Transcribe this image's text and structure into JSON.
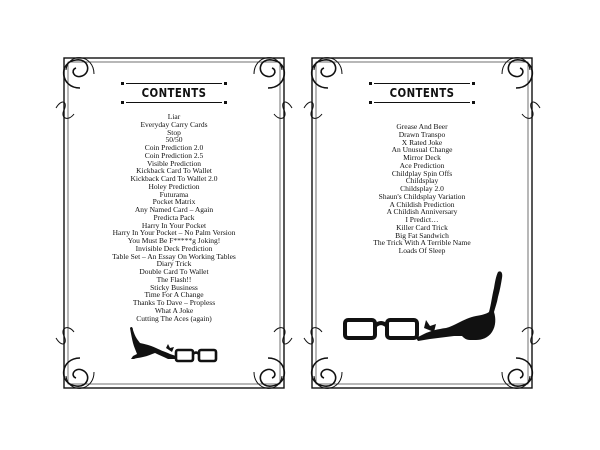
{
  "pages": [
    {
      "heading": "CONTENTS",
      "items": [
        "Liar",
        "Everyday Carry Cards",
        "Stop",
        "50/50",
        "Coin Prediction 2.0",
        "Coin Prediction 2.5",
        "Visible Prediction",
        "Kickback Card To Wallet",
        "Kickback Card To Wallet 2.0",
        "Holey Prediction",
        "Futurama",
        "Pocket Matrix",
        "Any Named Card – Again",
        "Predicta Pack",
        "Harry In Your Pocket",
        "Harry In Your Pocket – No Palm Version",
        "You Must Be F*****g Joking!",
        "Invisible Deck Prediction",
        "Table Set – An Essay On Working Tables",
        "Diary Trick",
        "Double Card To Wallet",
        "The Flash!!",
        "Sticky Business",
        "Time For A Change",
        "Thanks To Dave – Propless",
        "What A Joke",
        "Cutting The Aces (again)"
      ]
    },
    {
      "heading": "CONTENTS",
      "items": [
        "Grease And Beer",
        "Drawn Transpo",
        "X Rated Joke",
        "An Unusual Change",
        "Mirror Deck",
        "Ace Prediction",
        "Childplay Spin Offs",
        "Childsplay",
        "Childsplay 2.0",
        "Shaun's Childsplay Variation",
        "A Childish Prediction",
        "A Childish Anniversary",
        "I Predict…",
        "Killer Card Trick",
        "Big Fat Sandwich",
        "The Trick With A Terrible Name",
        "Loads Of Sleep"
      ]
    }
  ],
  "illustrations": [
    "cat-stretching-icon",
    "glasses-icon"
  ],
  "colors": {
    "ink": "#111111",
    "paper": "#ffffff"
  }
}
